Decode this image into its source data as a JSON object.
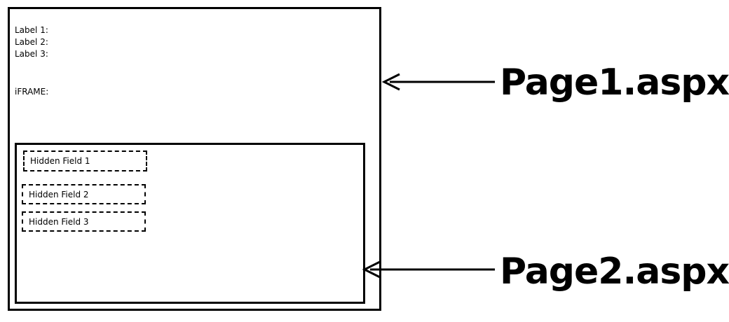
{
  "page1": {
    "labels": [
      "Label 1:",
      "Label 2:",
      "Label 3:"
    ],
    "iframe_label": "iFRAME:",
    "name": "Page1.aspx"
  },
  "page2": {
    "hidden_fields": [
      "Hidden Field 1",
      "Hidden Field 2",
      "Hidden Field 3"
    ],
    "name": "Page2.aspx"
  },
  "colors": {
    "stroke": "#000000",
    "background": "#ffffff"
  }
}
